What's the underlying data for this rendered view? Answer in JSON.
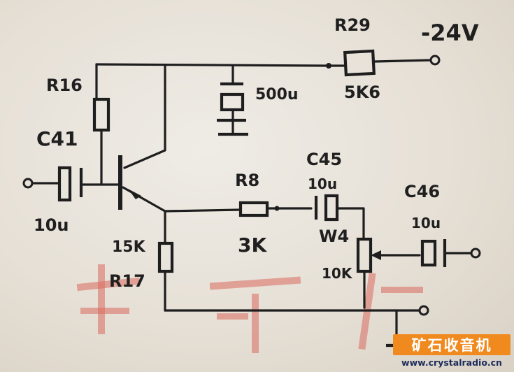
{
  "labels": {
    "r29_name": "R29",
    "r29_value": "5K6",
    "supply": "-24V",
    "r16_name": "R16",
    "c_bypass_value": "500u",
    "c41_name": "C41",
    "c41_value": "10u",
    "r8_name": "R8",
    "r8_value": "3K",
    "c45_name": "C45",
    "c45_value": "10u",
    "c46_name": "C46",
    "c46_value": "10u",
    "w4_name": "W4",
    "w4_value": "10K",
    "r17_value": "15K",
    "r17_name": "R17"
  },
  "watermark": {
    "brand": "矿石收音机",
    "url": "www.crystalradio.cn"
  }
}
